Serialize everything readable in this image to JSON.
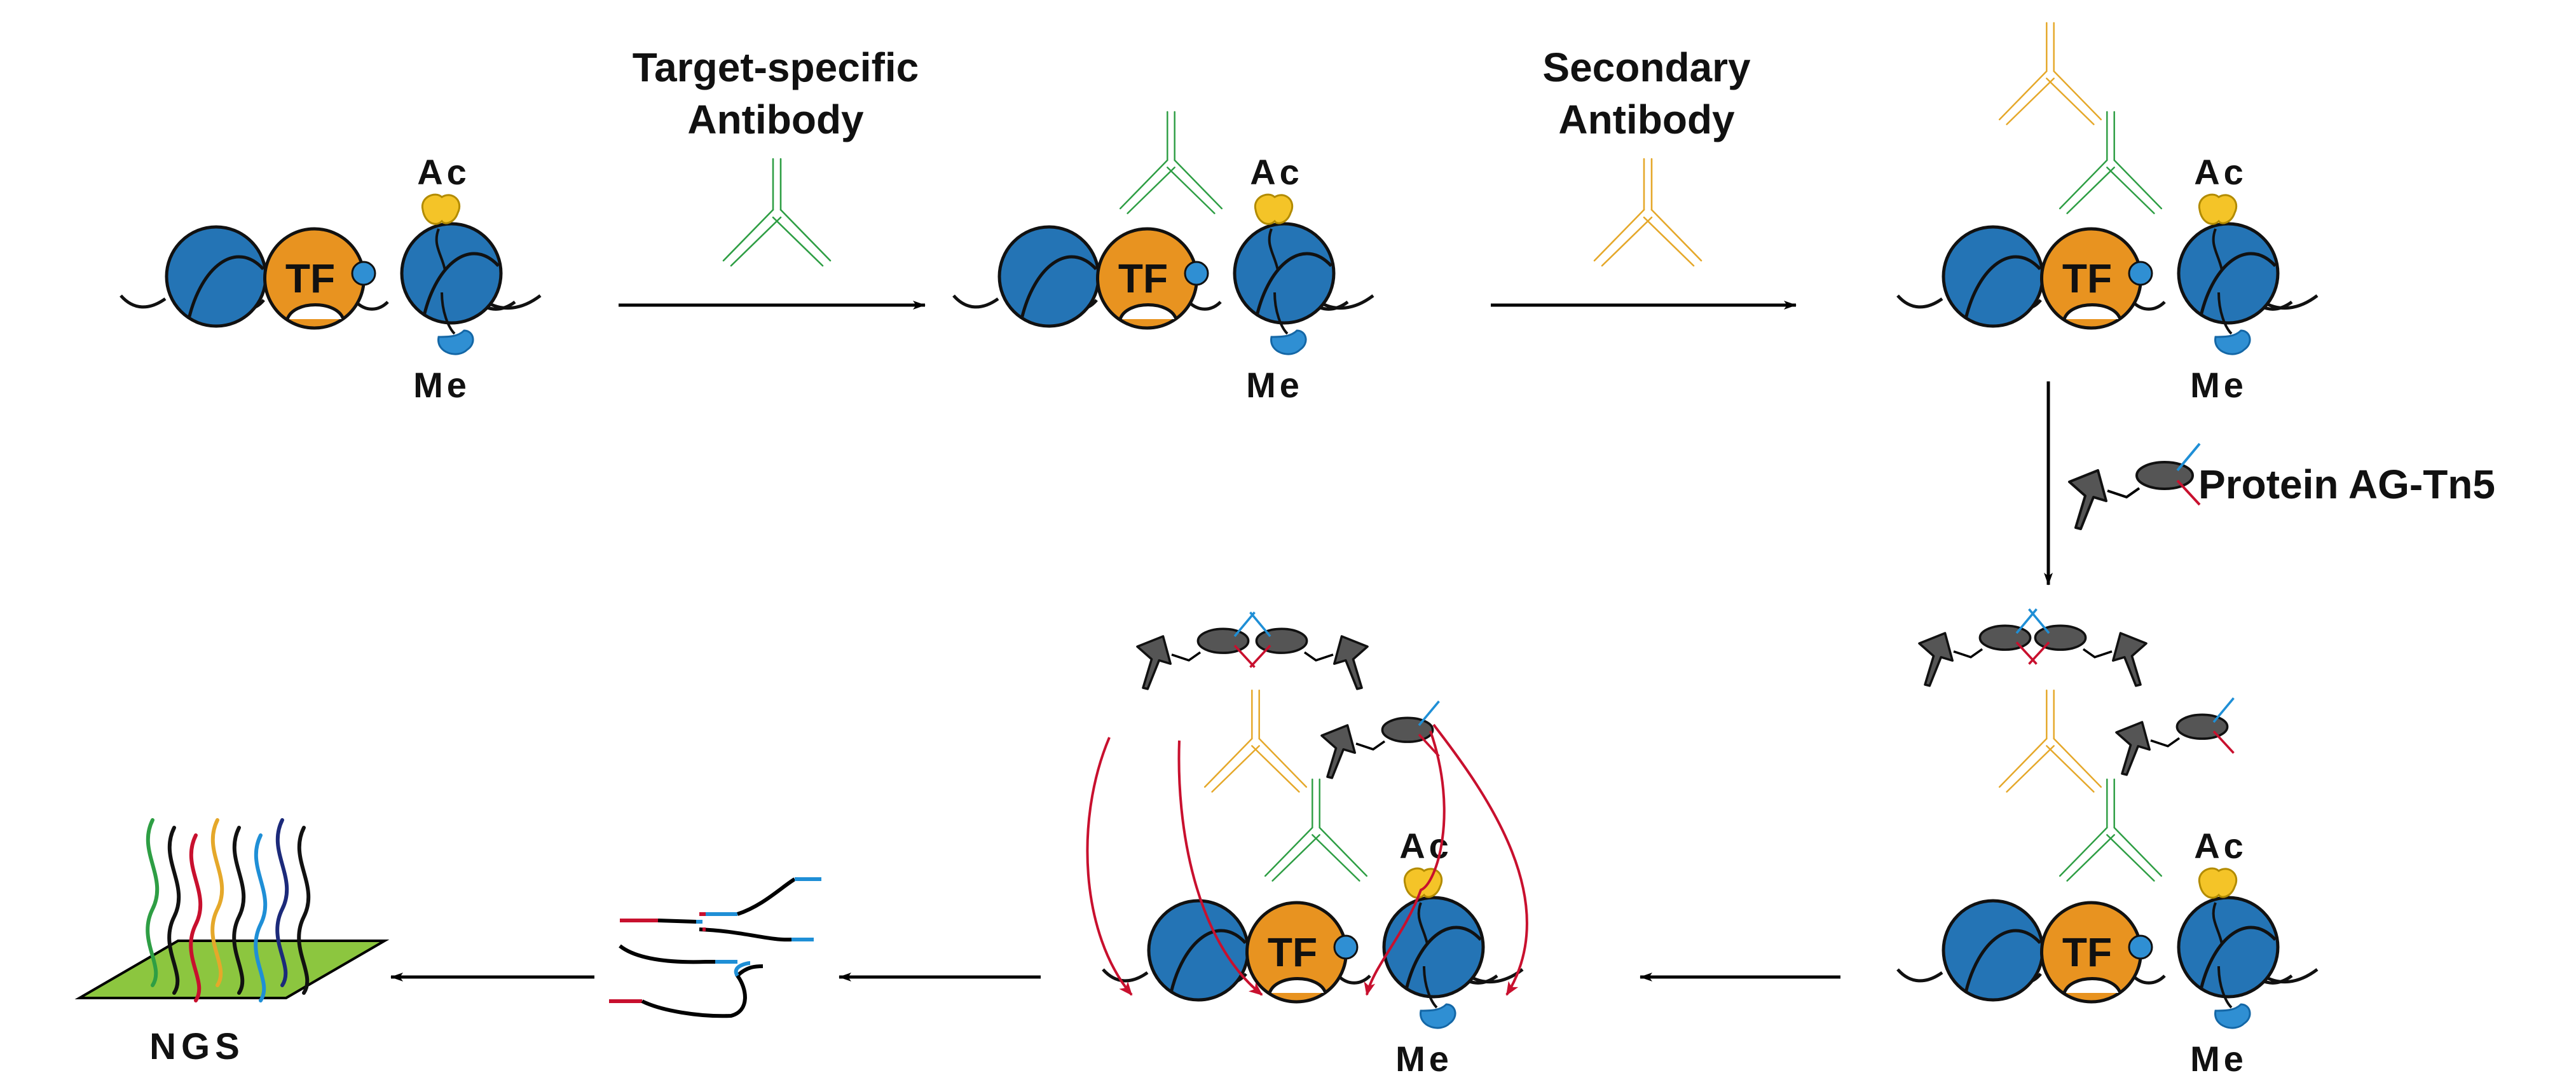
{
  "labels": {
    "step1_line1": "Target-specific",
    "step1_line2": "Antibody",
    "step2_line1": "Secondary",
    "step2_line2": "Antibody",
    "step3": "Protein AG-Tn5",
    "ngs": "NGS",
    "tf": "TF",
    "ac": "Ac",
    "me": "Me"
  },
  "colors": {
    "nucleosome": "#2474b5",
    "transcription_factor": "#e89320",
    "acetyl": "#f4c428",
    "methyl": "#2f8fd3",
    "primary_antibody": "#2e9e44",
    "secondary_antibody": "#e5a82a",
    "tn5_body": "#555555",
    "adapter_red": "#c8102e",
    "adapter_blue": "#1f8fd6",
    "arrow": "#000000",
    "flowcell": "#8cc63f"
  },
  "icons": {
    "nucleosome": "nucleosome-icon",
    "tf": "transcription-factor-icon",
    "antibody": "antibody-icon",
    "tn5": "protein-ag-tn5-icon",
    "flowcell": "sequencing-flowcell-icon"
  }
}
